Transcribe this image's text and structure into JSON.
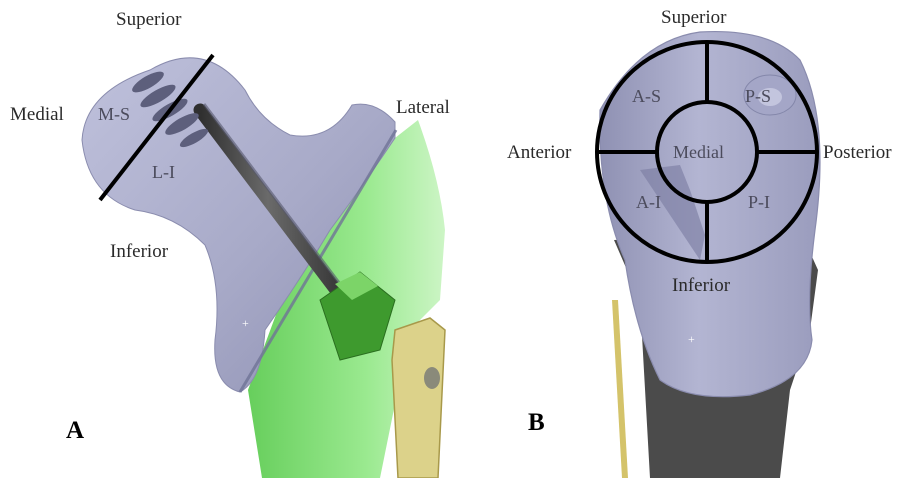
{
  "panel_a": {
    "letter": "A",
    "labels": {
      "superior": "Superior",
      "medial": "Medial",
      "lateral": "Lateral",
      "inferior": "Inferior",
      "ms": "M-S",
      "li": "L-I"
    }
  },
  "panel_b": {
    "letter": "B",
    "labels": {
      "superior": "Superior",
      "anterior": "Anterior",
      "posterior": "Posterior",
      "inferior": "Inferior",
      "medial": "Medial",
      "as": "A-S",
      "ps": "P-S",
      "ai": "A-I",
      "pi": "P-I"
    }
  },
  "colors": {
    "bone": "#a9abc8",
    "bone_edge": "#8a8cae",
    "green_plane": "#74dd66",
    "green_barrel": "#3f9a2f",
    "gold_plate": "#d9cf85",
    "dark_shaft": "#454545",
    "grid_lines": "#000000"
  }
}
